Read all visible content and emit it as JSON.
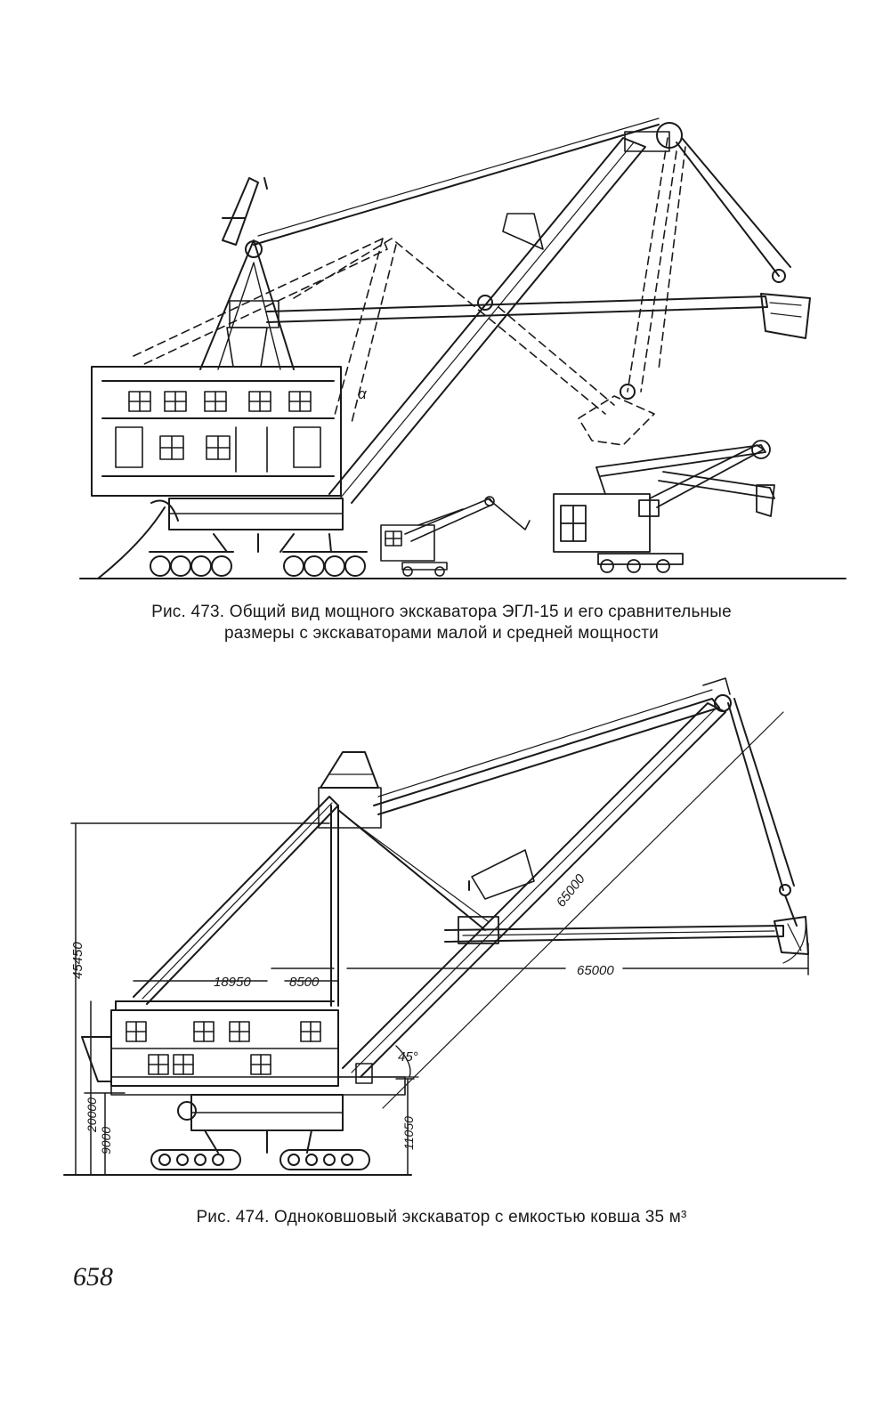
{
  "figure473": {
    "angle_label": "α",
    "caption_line1": "Рис. 473. Общий вид мощного экскаватора ЭГЛ-15 и его сравнительные",
    "caption_line2": "размеры с экскаваторами малой и средней мощности"
  },
  "figure474": {
    "dim_height": "45450",
    "dim_20000": "20000",
    "dim_9000": "9000",
    "dim_11050": "11050",
    "dim_18950": "18950",
    "dim_8500": "8500",
    "dim_65000_horizontal": "65000",
    "dim_65000_boom": "65000",
    "angle_label": "45°",
    "caption": "Рис. 474. Одноковшовый экскаватор с емкостью ковша 35 м³"
  },
  "page_number": "658"
}
